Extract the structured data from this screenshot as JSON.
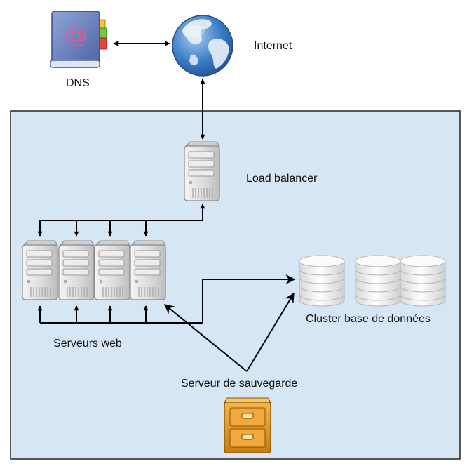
{
  "labels": {
    "dns": "DNS",
    "internet": "Internet",
    "load_balancer": "Load balancer",
    "web_servers": "Serveurs web",
    "db_cluster": "Cluster base de données",
    "backup_server": "Serveur de sauvegarde"
  },
  "colors": {
    "datacenter_fill": "#d6e6f5",
    "datacenter_border": "#222222",
    "arrow": "#000000",
    "server_body": "#e6e6e6",
    "book_cover": "#6f86bf",
    "globe_sea": "#3d7fc8",
    "globe_land": "#e7eef6",
    "cabinet": "#e09a2a",
    "db_disk": "#f6f6f6"
  },
  "icons": {
    "dns": "address-book-icon",
    "internet": "globe-icon",
    "load_balancer": "server-icon",
    "web_servers": "server-icon",
    "db_cluster": "database-icon",
    "backup_server": "file-cabinet-icon"
  }
}
